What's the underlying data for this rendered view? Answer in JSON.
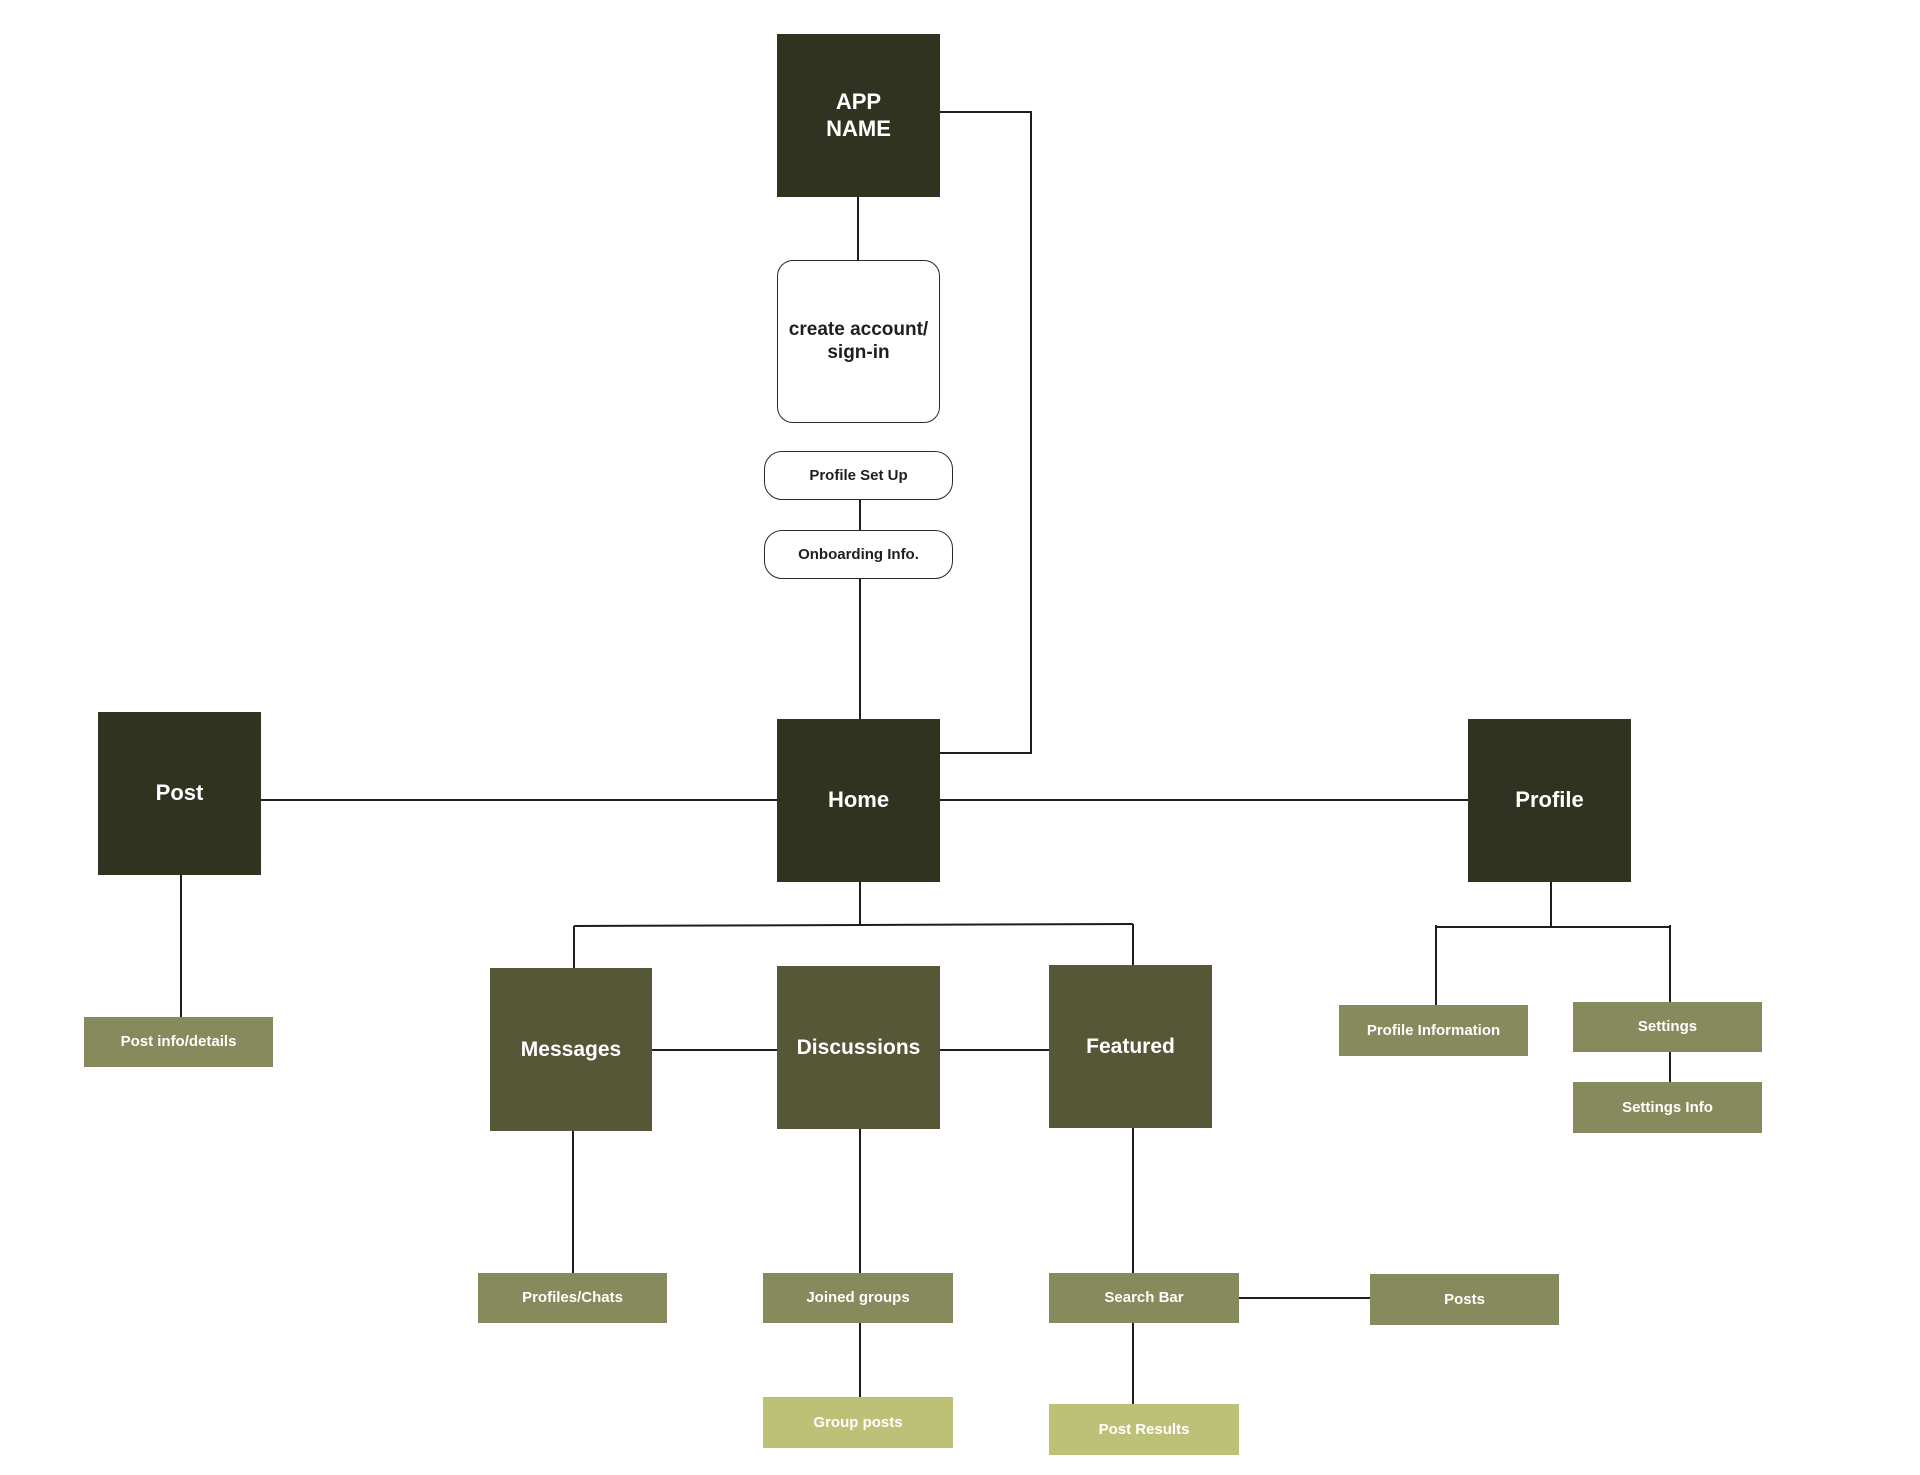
{
  "colors": {
    "dark": "#30331f",
    "mid": "#555737",
    "light": "#868a5c",
    "pale": "#bdc177",
    "line": "#1e1e1e"
  },
  "nodes": {
    "app_name": "APP\nNAME",
    "create_account": "create account/\nsign-in",
    "profile_set_up": "Profile Set Up",
    "onboarding_info": "Onboarding Info.",
    "post": "Post",
    "home": "Home",
    "profile": "Profile",
    "messages": "Messages",
    "discussions": "Discussions",
    "featured": "Featured",
    "post_info_details": "Post info/details",
    "profile_information": "Profile Information",
    "settings": "Settings",
    "settings_info": "Settings Info",
    "profiles_chats": "Profiles/Chats",
    "joined_groups": "Joined groups",
    "search_bar": "Search Bar",
    "posts": "Posts",
    "group_posts": "Group posts",
    "post_results": "Post Results"
  },
  "edges": [
    [
      "app_name",
      "create_account"
    ],
    [
      "app_name",
      "home"
    ],
    [
      "profile_set_up",
      "onboarding_info"
    ],
    [
      "onboarding_info",
      "home"
    ],
    [
      "home",
      "post"
    ],
    [
      "home",
      "profile"
    ],
    [
      "home",
      "messages"
    ],
    [
      "home",
      "discussions"
    ],
    [
      "home",
      "featured"
    ],
    [
      "messages",
      "discussions"
    ],
    [
      "discussions",
      "featured"
    ],
    [
      "post",
      "post_info_details"
    ],
    [
      "profile",
      "profile_information"
    ],
    [
      "profile",
      "settings"
    ],
    [
      "settings",
      "settings_info"
    ],
    [
      "messages",
      "profiles_chats"
    ],
    [
      "discussions",
      "joined_groups"
    ],
    [
      "joined_groups",
      "group_posts"
    ],
    [
      "featured",
      "search_bar"
    ],
    [
      "search_bar",
      "posts"
    ],
    [
      "search_bar",
      "post_results"
    ]
  ]
}
